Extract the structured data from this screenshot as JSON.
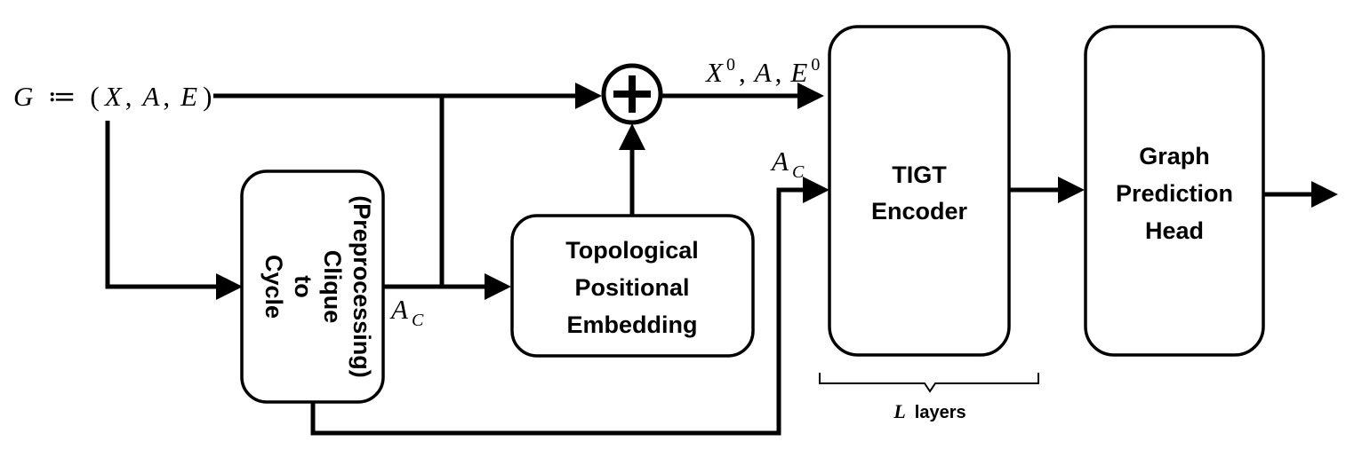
{
  "input_graph": {
    "lhs": "G",
    "assign": "≔",
    "open": "(",
    "x": "X",
    "comma1": ",",
    "a": "A",
    "comma2": ",",
    "e": "E",
    "close": ")"
  },
  "cycle_to_clique": {
    "line1": "Cycle",
    "line2": "to",
    "line3": "Clique",
    "line4": "(Preprocessing)"
  },
  "clique_output_label": {
    "var": "A",
    "sub": "C"
  },
  "encoder_input_ac_label": {
    "var": "A",
    "sub": "C"
  },
  "topological_pe": {
    "line1": "Topological",
    "line2": "Positional",
    "line3": "Embedding"
  },
  "sum_output_label": {
    "x": "X",
    "x_sup": "0",
    "comma1": ",",
    "a": "A",
    "comma2": ",",
    "e": "E",
    "e_sup": "0"
  },
  "tigt_encoder": {
    "line1": "TIGT",
    "line2": "Encoder"
  },
  "layers_label": {
    "var": "L",
    "text": "layers"
  },
  "prediction_head": {
    "line1": "Graph",
    "line2": "Prediction",
    "line3": "Head"
  }
}
